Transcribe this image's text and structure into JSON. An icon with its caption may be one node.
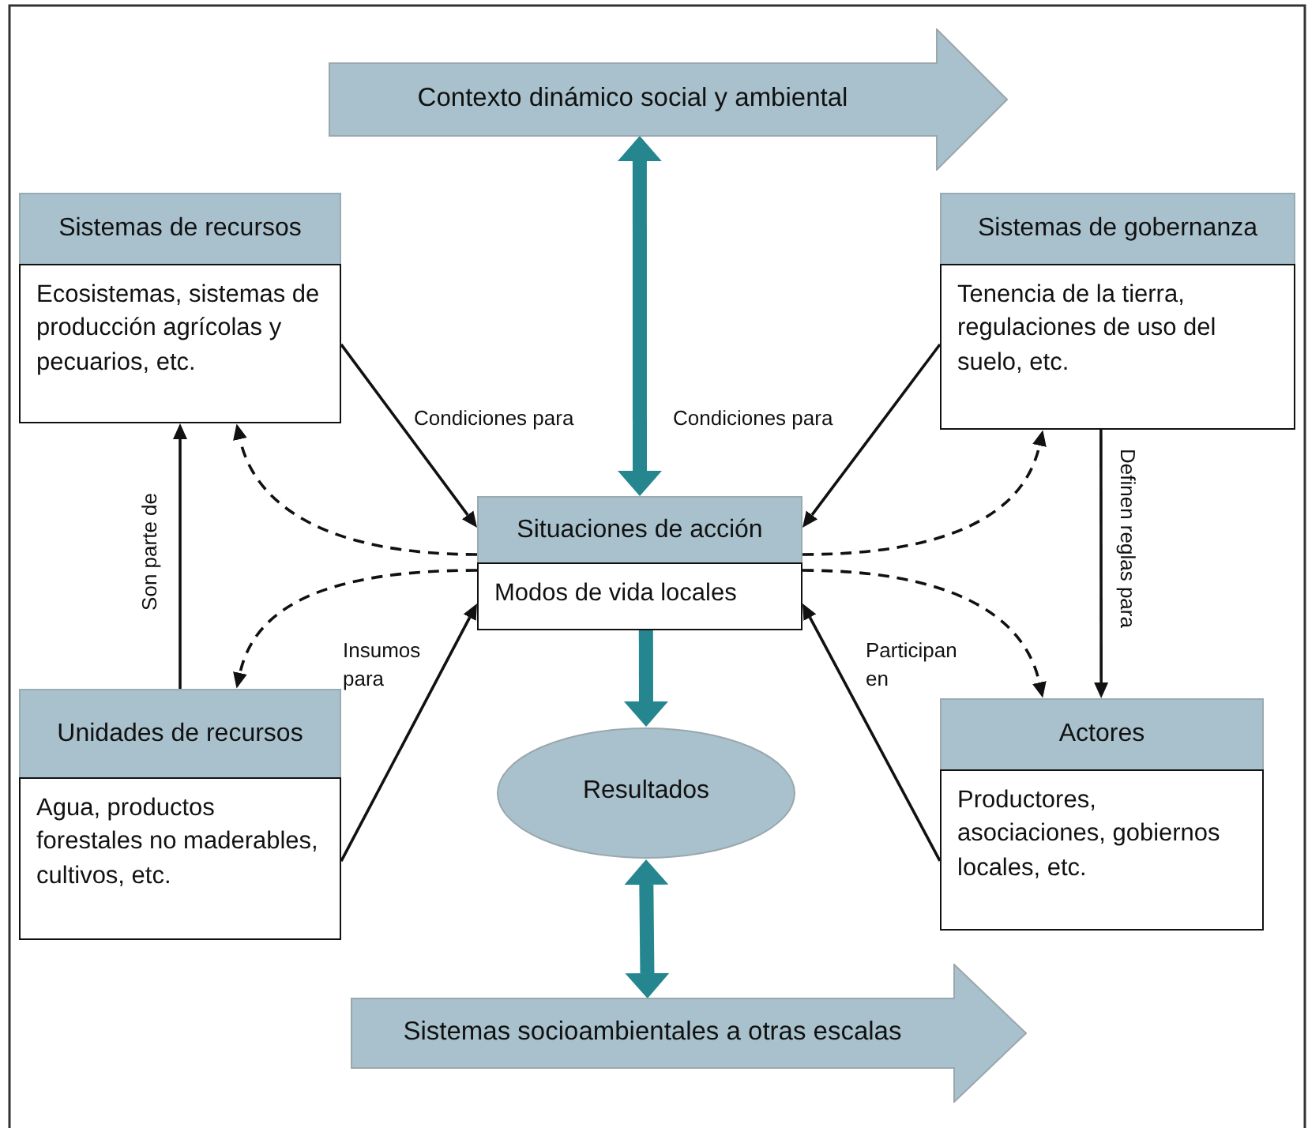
{
  "diagram": {
    "nodes": [
      {
        "text": [
          "Contexto dinámico social y ambiental"
        ]
      },
      {
        "text": [
          "Sistemas de recursos",
          "Ecosistemas, sistemas de producción agrícolas y pecuarios, etc."
        ]
      },
      {
        "text": [
          "Sistemas de gobernanza",
          "Tenencia de la tierra, regulaciones de uso del suelo, etc."
        ]
      },
      {
        "text": [
          "Situaciones de acción",
          "Modos de vida locales"
        ]
      },
      {
        "text": [
          "Unidades de recursos",
          "Agua, productos forestales no maderables, cultivos, etc."
        ]
      },
      {
        "text": [
          "Actores",
          "Productores, asociaciones, gobiernos locales, etc."
        ]
      },
      {
        "text": [
          "Resultados"
        ]
      },
      {
        "text": [
          "Sistemas socioambientales a otras escalas"
        ]
      }
    ],
    "edges": [
      {
        "from": 0,
        "to": 3,
        "arrow": "both",
        "style": "thick",
        "color": "#25868f"
      },
      {
        "from": 1,
        "to": 3,
        "arrow": "to",
        "label": "Condiciones para"
      },
      {
        "from": 2,
        "to": 3,
        "arrow": "to",
        "label": "Condiciones para"
      },
      {
        "from": 4,
        "to": 1,
        "arrow": "to",
        "label": "Son parte de"
      },
      {
        "from": 2,
        "to": 5,
        "arrow": "to",
        "label": "Definen reglas para"
      },
      {
        "from": 4,
        "to": 3,
        "arrow": "to",
        "label": "Insumos para"
      },
      {
        "from": 5,
        "to": 3,
        "arrow": "to",
        "label": "Participan en"
      },
      {
        "from": 3,
        "to": 1,
        "arrow": "to",
        "style": "dashed"
      },
      {
        "from": 3,
        "to": 4,
        "arrow": "to",
        "style": "dashed"
      },
      {
        "from": 3,
        "to": 2,
        "arrow": "to",
        "style": "dashed"
      },
      {
        "from": 3,
        "to": 5,
        "arrow": "to",
        "style": "dashed"
      },
      {
        "from": 3,
        "to": 6,
        "arrow": "to",
        "style": "thick",
        "color": "#25868f"
      },
      {
        "from": 6,
        "to": 7,
        "arrow": "both",
        "style": "thick",
        "color": "#25868f"
      }
    ]
  }
}
